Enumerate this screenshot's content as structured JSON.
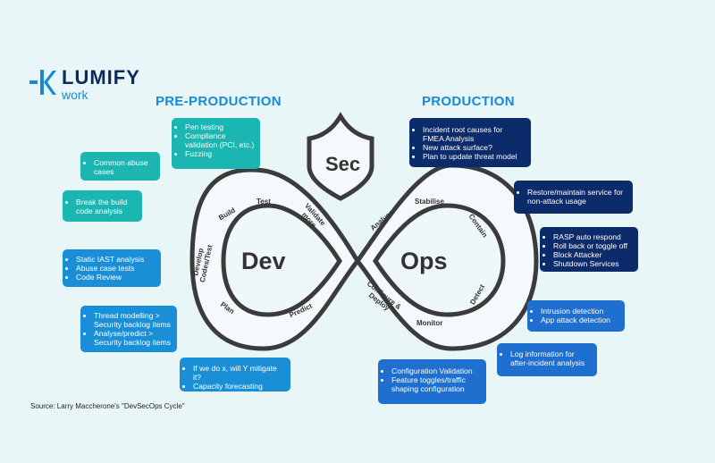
{
  "logo": {
    "name": "LUMIFY",
    "sub": "work"
  },
  "headings": {
    "pre": "PRE-PRODUCTION",
    "prod": "PRODUCTION"
  },
  "center": {
    "sec": "Sec",
    "dev": "Dev",
    "ops": "Ops"
  },
  "stages": {
    "build": "Build",
    "test": "Test",
    "validate": [
      "Validate",
      "more"
    ],
    "develop": [
      "Develop",
      "Codes/Test"
    ],
    "plan": "Plan",
    "predict": "Predict",
    "analyse": "Analyse",
    "stabilise": "Stabilise",
    "contain": "Contain",
    "detect": "Detect",
    "monitor": "Monitor",
    "configure": [
      "Configure &",
      "Deploy"
    ]
  },
  "left_boxes": {
    "pentest": [
      "Pen testing",
      "Compliance validation (PCI, etc.)",
      "Fuzzing"
    ],
    "abuse": [
      "Common abuse cases"
    ],
    "break": [
      "Break the build code analysis"
    ],
    "iast": [
      "Static IAST analysis",
      "Abuse case tests",
      "Code Review"
    ],
    "threat": [
      "Thread modelling > Security backlog items",
      "Analyse/predict > Security backlog items"
    ],
    "ifwe": [
      "If we do x, will Y mitigate it?",
      "Capacity forecasting"
    ]
  },
  "right_boxes": {
    "incident": [
      "Incident root causes for FMEA Analysis",
      "New attack surface?",
      "Plan to update threat model"
    ],
    "restore": [
      "Restore/maintain service for non-attack usage"
    ],
    "rasp": [
      "RASP auto respond",
      "Roll back or toggle off",
      "Block Attacker",
      "Shutdown Services"
    ],
    "intrusion": [
      "Intrusion detection",
      "App attack detection"
    ],
    "log": [
      "Log information for after-incident analysis"
    ],
    "config": [
      "Configuration Validation",
      "Feature toggles/traffic shaping configuration"
    ]
  },
  "source": "Source: Larry Maccherone's \"DevSecOps Cycle\"",
  "colors": {
    "teal": "#1bb6b2",
    "blue": "#1f6fd0",
    "navy": "#0c2b6b",
    "ring": "#3b3b3b",
    "heading": "#1789d6"
  }
}
